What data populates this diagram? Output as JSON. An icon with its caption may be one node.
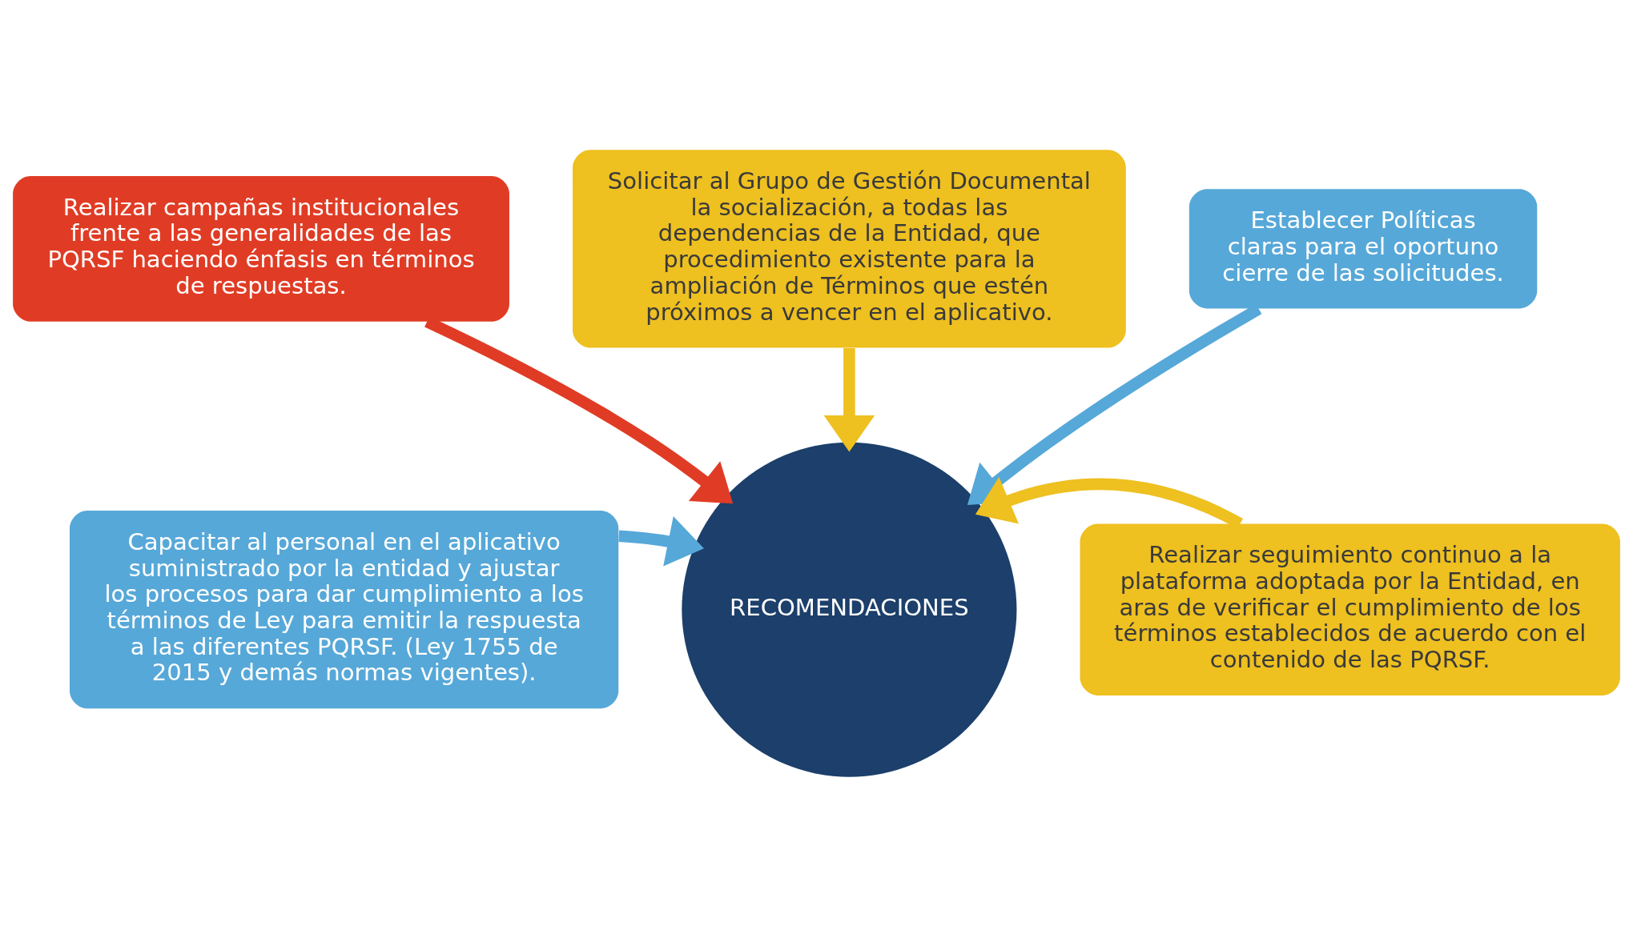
{
  "diagram": {
    "nodes": [
      {
        "text": [
          "Realizar campañas institucionales frente a las generalidades de las PQRSF haciendo énfasis en términos de respuestas."
        ]
      },
      {
        "text": [
          "Solicitar al Grupo de Gestión Documental la socialización, a todas las dependencias de la Entidad, que procedimiento existente para la ampliación de Términos que estén próximos a vencer en el aplicativo."
        ]
      },
      {
        "text": [
          "Establecer Políticas claras para el oportuno cierre de las solicitudes."
        ]
      },
      {
        "text": [
          "Capacitar al personal en el aplicativo suministrado por la entidad y ajustar los procesos para dar cumplimiento a los términos de Ley para emitir la respuesta a las diferentes PQRSF. (Ley 1755 de 2015 y demás normas vigentes)."
        ]
      },
      {
        "text": [
          "RECOMENDACIONES"
        ]
      },
      {
        "text": [
          "Realizar seguimiento continuo a la plataforma adoptada por la Entidad, en aras de verificar el cumplimiento de los términos establecidos de acuerdo con el contenido de las PQRSF."
        ]
      }
    ],
    "edges": [
      {
        "from": 0,
        "to": 4,
        "arrow": "to",
        "color": "#e03c25"
      },
      {
        "from": 1,
        "to": 4,
        "arrow": "to",
        "color": "#eec020"
      },
      {
        "from": 2,
        "to": 4,
        "arrow": "to",
        "color": "#56a8d8"
      },
      {
        "from": 3,
        "to": 4,
        "arrow": "to",
        "color": "#56a8d8"
      },
      {
        "from": 5,
        "to": 4,
        "arrow": "to",
        "color": "#eec020"
      }
    ]
  }
}
